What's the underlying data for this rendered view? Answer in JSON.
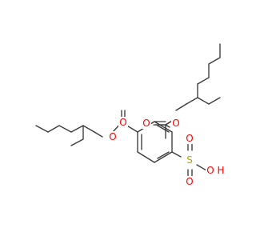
{
  "molecule": {
    "atoms": {
      "o_carbonyl_lower": {
        "label": "O",
        "color": "#ff0000"
      },
      "o_ester_lower": {
        "label": "O",
        "color": "#ff0000"
      },
      "o_carbonyl_upper": {
        "label": "O",
        "color": "#ff0000"
      },
      "o_ester_upper": {
        "label": "O",
        "color": "#ff0000"
      },
      "sulfur": {
        "label": "S",
        "color": "#b8a000"
      },
      "o_sulfonyl_top": {
        "label": "O",
        "color": "#ff0000"
      },
      "o_sulfonyl_bottom": {
        "label": "O",
        "color": "#ff0000"
      },
      "hydroxyl_o": {
        "label": "O",
        "color": "#ff0000"
      },
      "hydroxyl_h": {
        "label": "H",
        "color": "#ff0000"
      }
    },
    "bond_color": "#3a3a3a"
  }
}
